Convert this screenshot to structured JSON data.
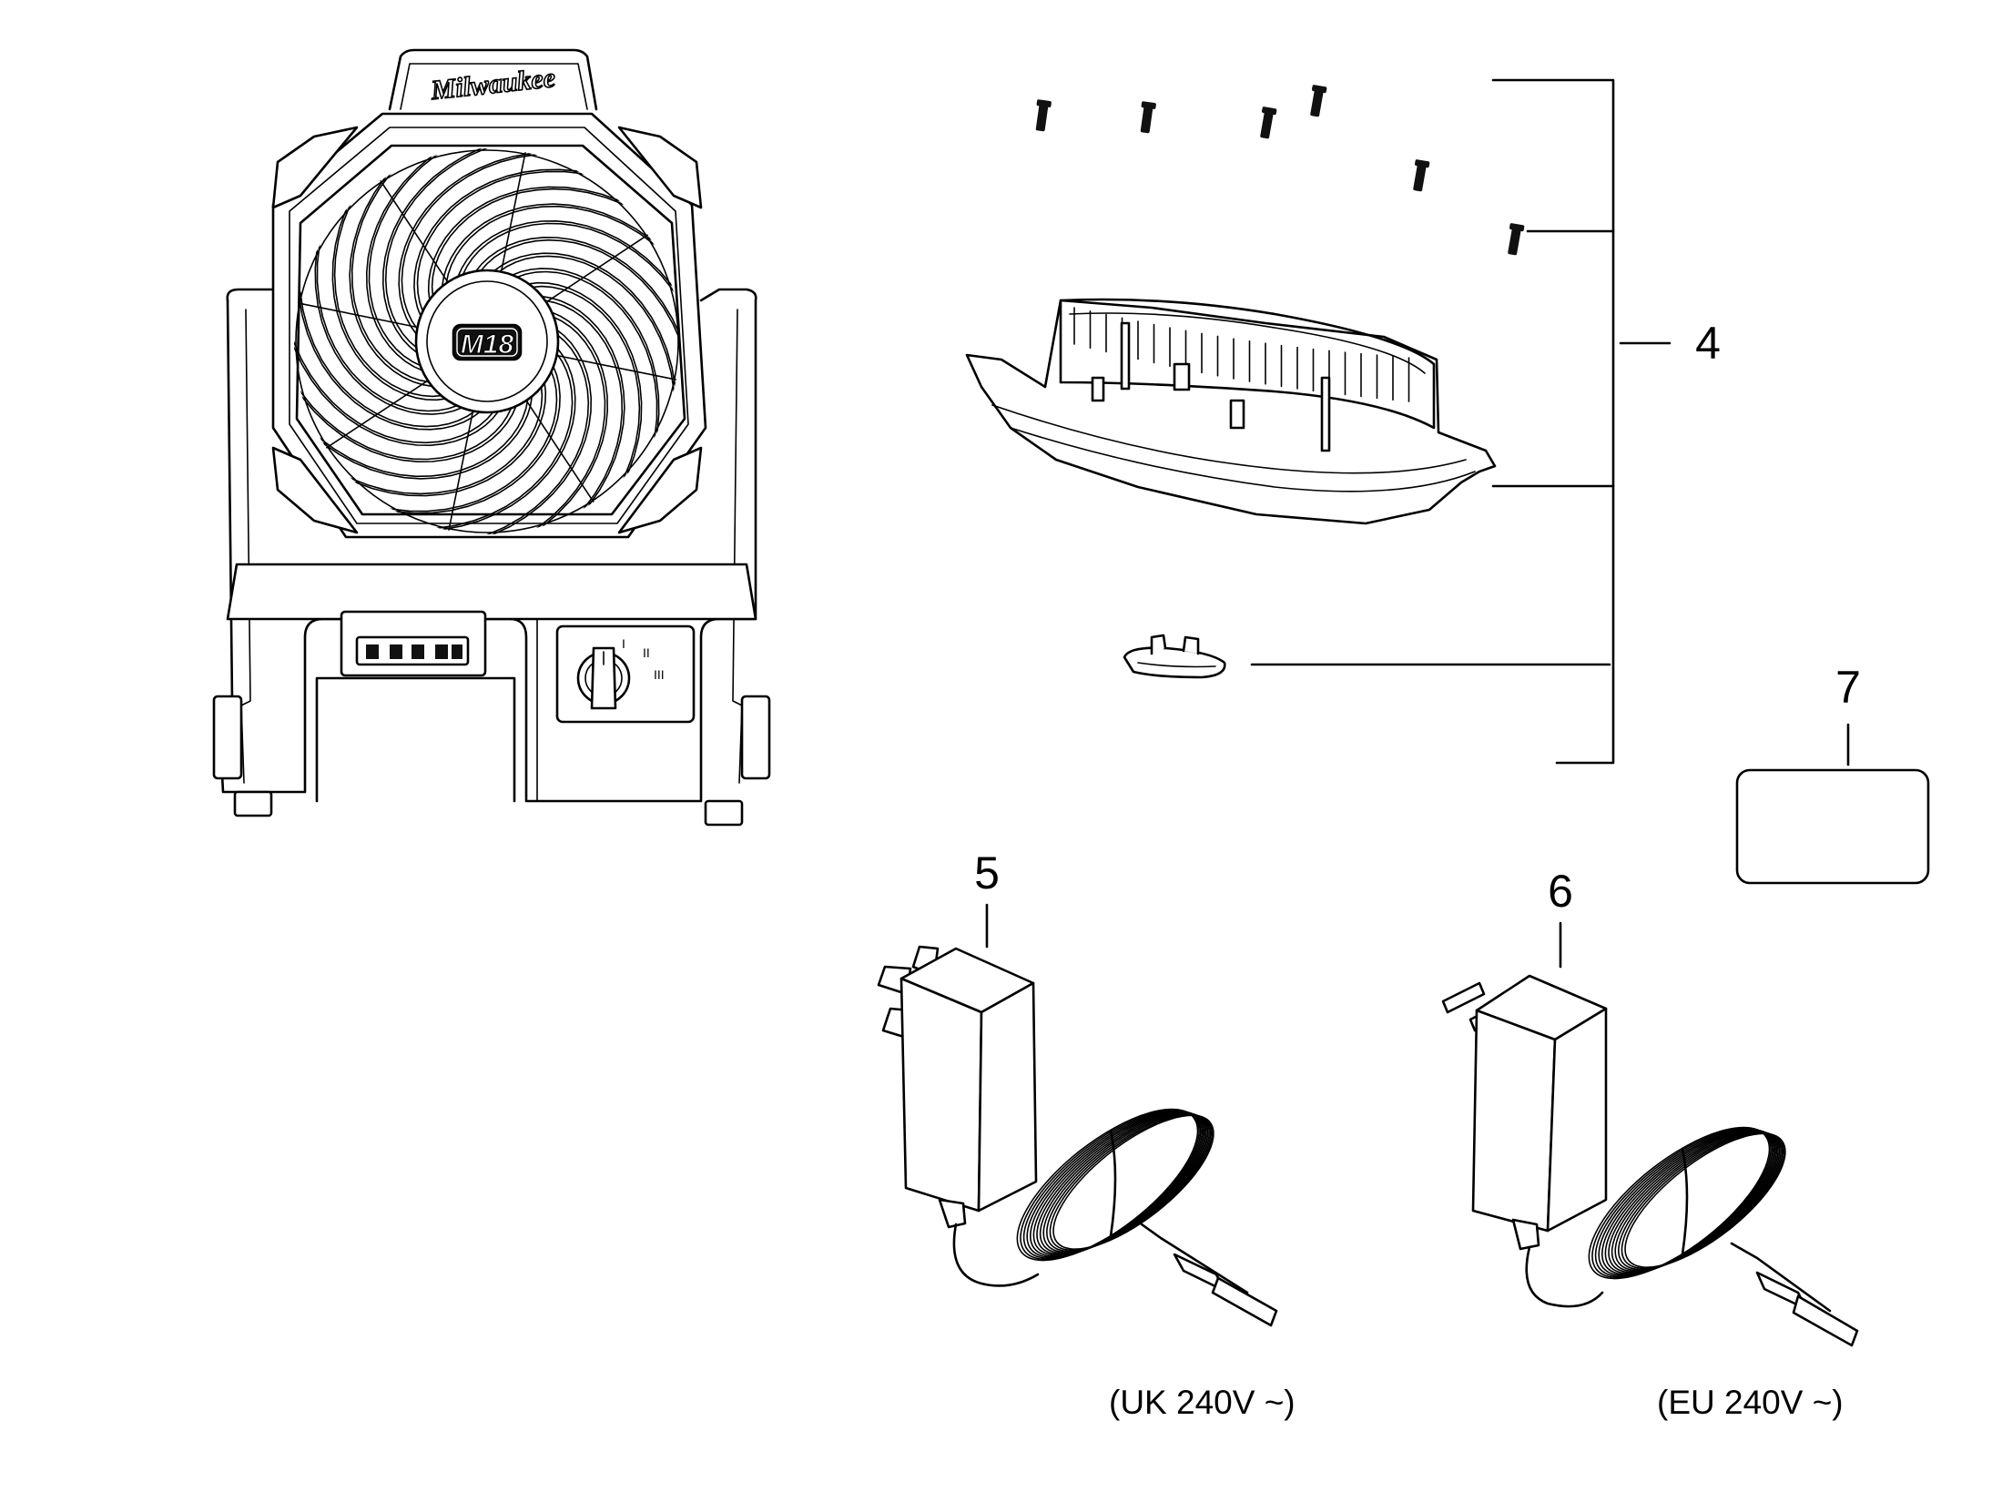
{
  "diagram": {
    "brand_logo": "Milwaukee",
    "fan_badge": "M18",
    "dial_marks": [
      "I",
      "II",
      "III"
    ],
    "callouts": [
      {
        "id": "4",
        "label": "4"
      },
      {
        "id": "5",
        "label": "5"
      },
      {
        "id": "6",
        "label": "6"
      },
      {
        "id": "7",
        "label": "7"
      }
    ],
    "captions": {
      "uk_adapter": "(UK 240V ~)",
      "eu_adapter": "(EU 240V ~)"
    }
  }
}
